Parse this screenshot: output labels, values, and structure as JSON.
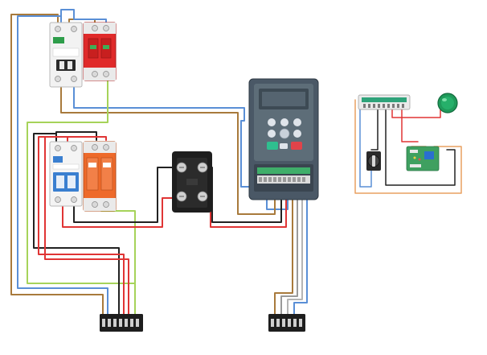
{
  "diagram": {
    "wire_colors": {
      "brown": "#a87a3c",
      "blue": "#5a8fd6",
      "red": "#e03535",
      "black": "#222222",
      "green": "#a6d35a",
      "grey": "#9a9a9a",
      "orange": "#e8a060"
    },
    "components": [
      {
        "id": "breaker-top",
        "icon": "circuit-breaker-icon"
      },
      {
        "id": "spd-top-red",
        "icon": "surge-protector-icon",
        "color": "#e02a2a"
      },
      {
        "id": "breaker-mid",
        "icon": "circuit-breaker-icon",
        "color": "#3a7fd0"
      },
      {
        "id": "spd-mid-orange",
        "icon": "surge-protector-icon",
        "color": "#ee6a2a"
      },
      {
        "id": "rectifier-module",
        "icon": "bridge-rectifier-icon"
      },
      {
        "id": "inverter",
        "icon": "frequency-inverter-icon",
        "screen_color": "#5d6d78",
        "run_key_color": "#2fbf8f",
        "stop_key_color": "#e0434a"
      },
      {
        "id": "relay-strip",
        "icon": "terminal-relay-icon",
        "color": "#2fa37a"
      },
      {
        "id": "indicator-lamp",
        "icon": "indicator-lamp-icon",
        "color": "#1f9a5a"
      },
      {
        "id": "selector-switch",
        "icon": "selector-switch-icon"
      },
      {
        "id": "control-board",
        "icon": "pcb-module-icon",
        "color": "#3fa060"
      },
      {
        "id": "terminal-block-left",
        "icon": "terminal-block-icon"
      },
      {
        "id": "terminal-block-right",
        "icon": "terminal-block-icon"
      }
    ]
  }
}
